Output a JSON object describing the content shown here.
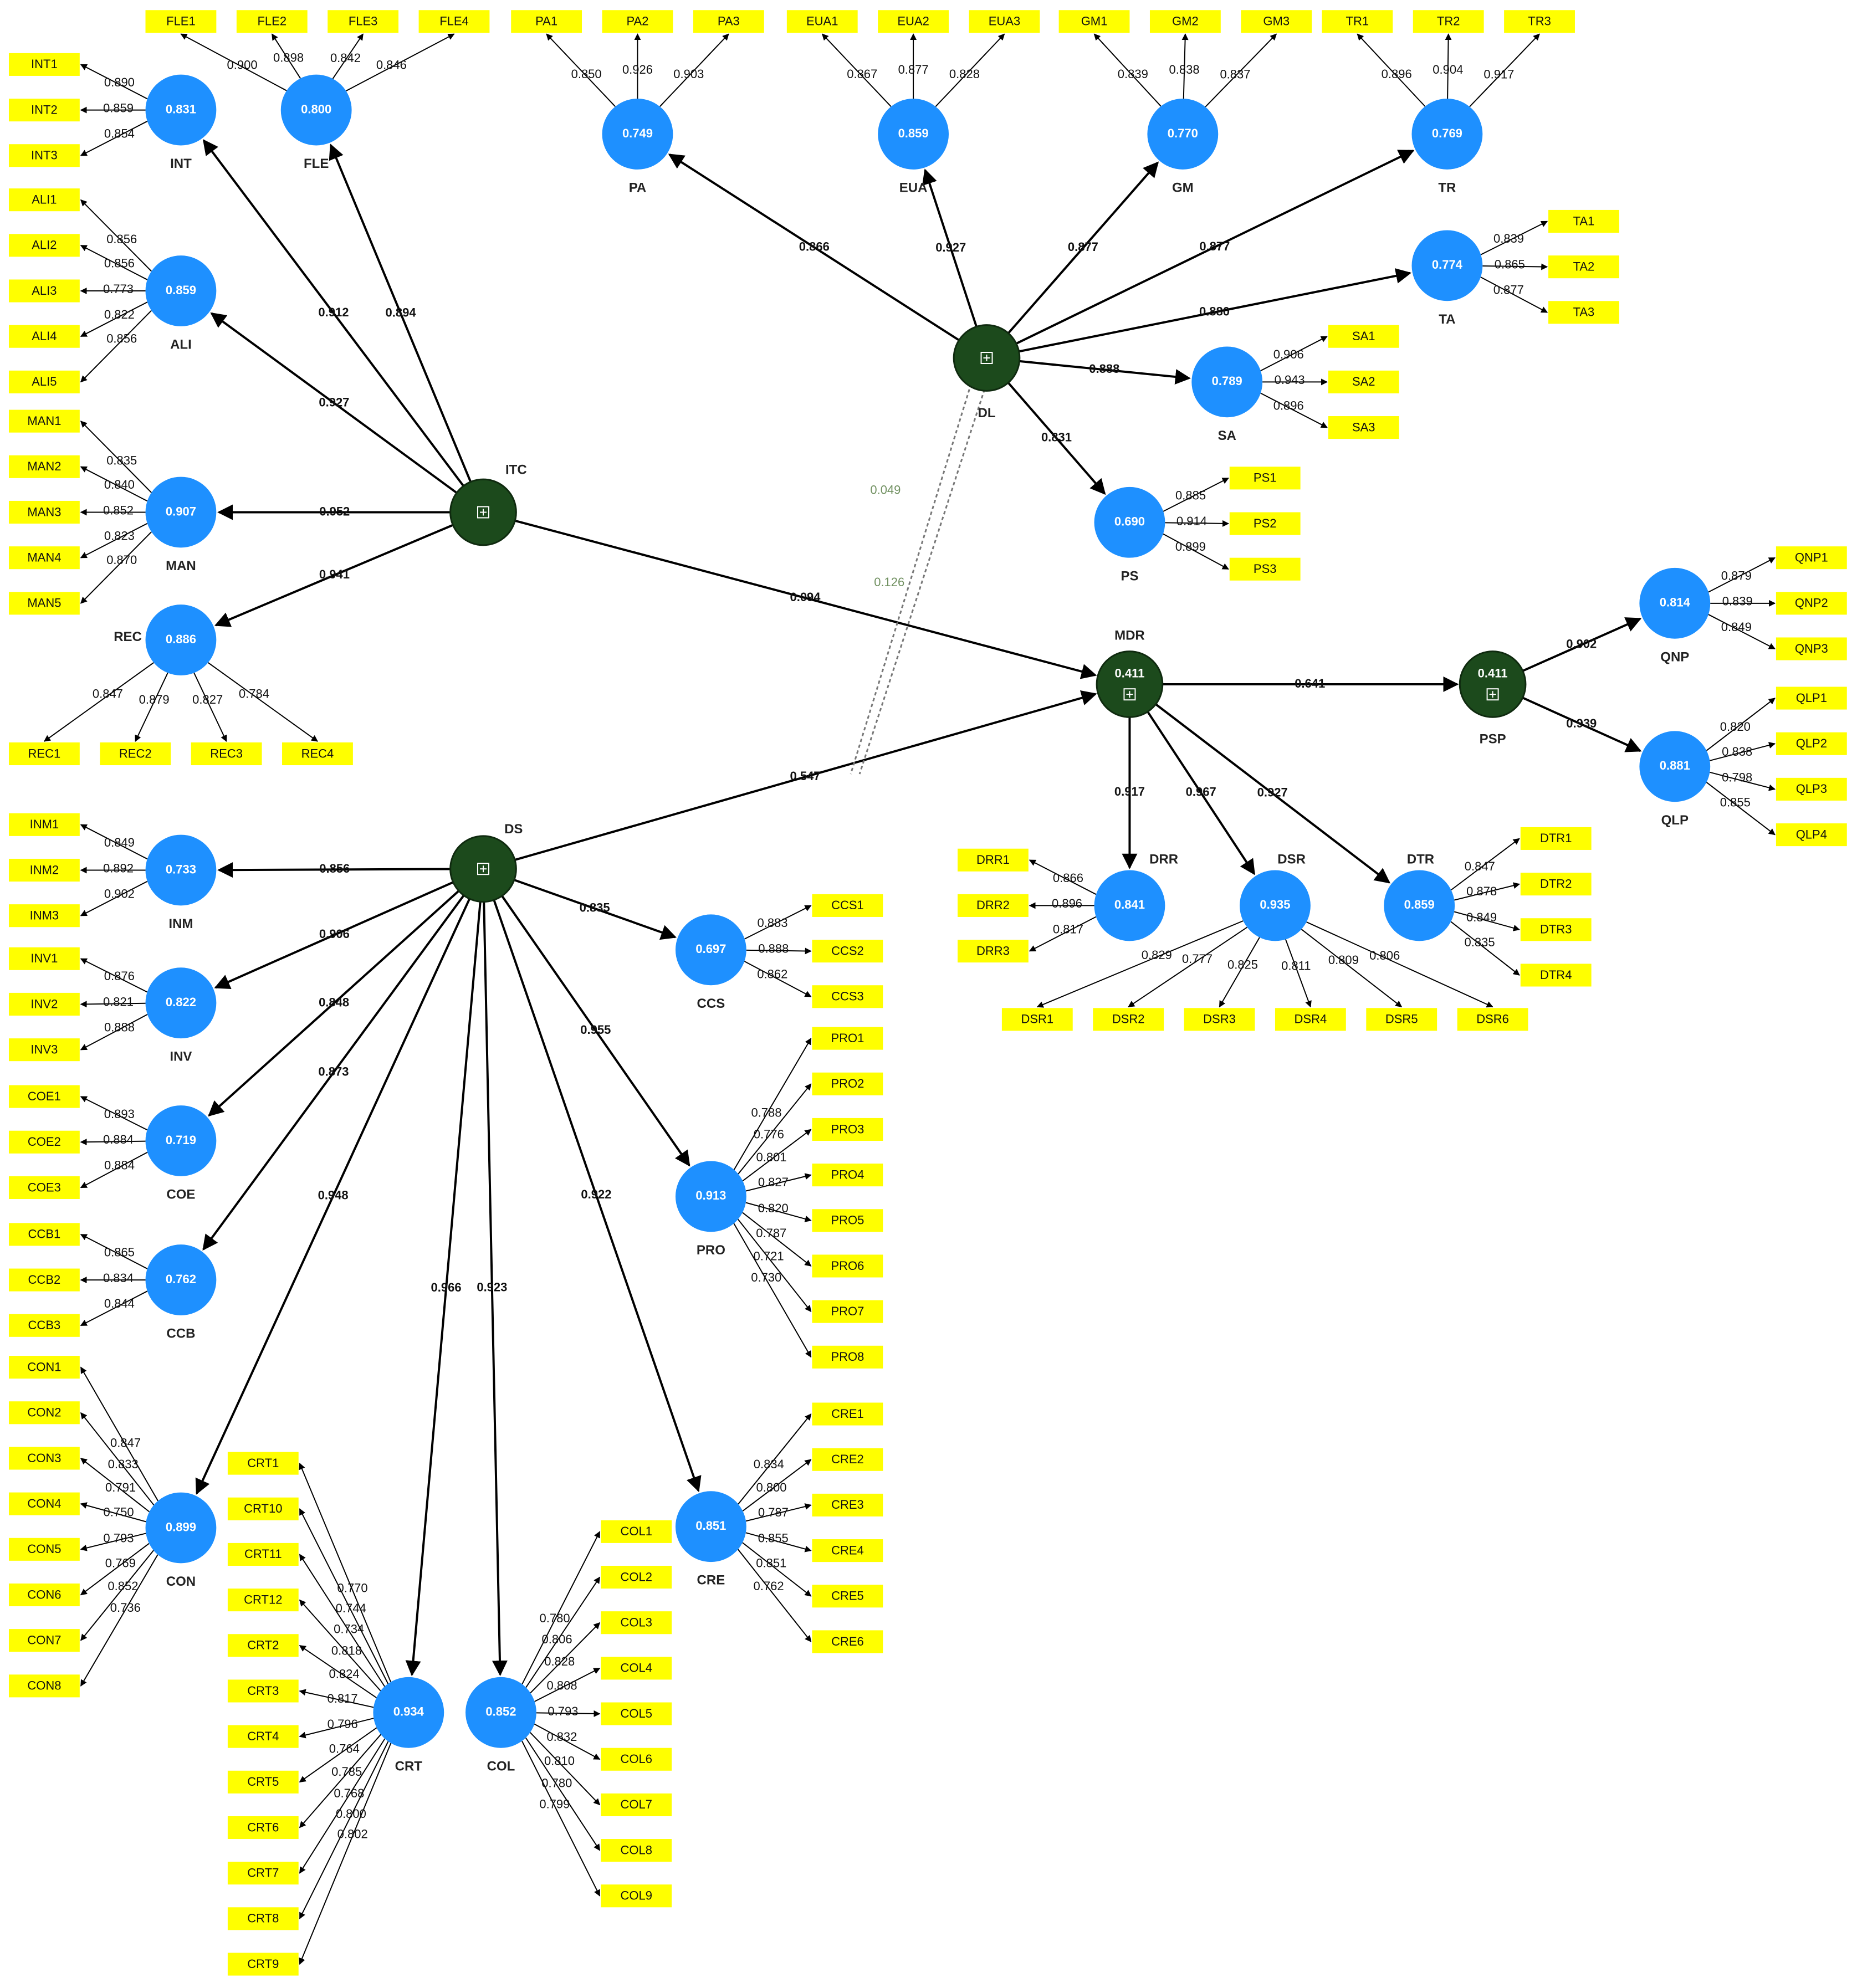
{
  "colors": {
    "indicator_fill": "#ffff00",
    "construct_fill": "#1e90ff",
    "higher_order_fill": "#1c4a1c",
    "line": "#000000",
    "dashed_line": "#777777"
  },
  "higher_order": [
    {
      "id": "ITC",
      "name": "ITC",
      "value": ""
    },
    {
      "id": "DL",
      "name": "DL",
      "value": ""
    },
    {
      "id": "DS",
      "name": "DS",
      "value": ""
    },
    {
      "id": "MDR",
      "name": "MDR",
      "value": "0.411"
    },
    {
      "id": "PSP",
      "name": "PSP",
      "value": "0.411"
    }
  ],
  "constructs": [
    {
      "id": "INT",
      "value": "0.831",
      "indicators": [
        {
          "label": "INT1",
          "loading": "0.890"
        },
        {
          "label": "INT2",
          "loading": "0.859"
        },
        {
          "label": "INT3",
          "loading": "0.854"
        }
      ]
    },
    {
      "id": "FLE",
      "value": "0.800",
      "indicators": [
        {
          "label": "FLE1",
          "loading": "0.900"
        },
        {
          "label": "FLE2",
          "loading": "0.898"
        },
        {
          "label": "FLE3",
          "loading": "0.842"
        },
        {
          "label": "FLE4",
          "loading": "0.846"
        }
      ]
    },
    {
      "id": "ALI",
      "value": "0.859",
      "indicators": [
        {
          "label": "ALI1",
          "loading": "0.856"
        },
        {
          "label": "ALI2",
          "loading": "0.856"
        },
        {
          "label": "ALI3",
          "loading": "0.773"
        },
        {
          "label": "ALI4",
          "loading": "0.822"
        },
        {
          "label": "ALI5",
          "loading": "0.856"
        }
      ]
    },
    {
      "id": "MAN",
      "value": "0.907",
      "indicators": [
        {
          "label": "MAN1",
          "loading": "0.835"
        },
        {
          "label": "MAN2",
          "loading": "0.840"
        },
        {
          "label": "MAN3",
          "loading": "0.852"
        },
        {
          "label": "MAN4",
          "loading": "0.823"
        },
        {
          "label": "MAN5",
          "loading": "0.870"
        }
      ]
    },
    {
      "id": "REC",
      "value": "0.886",
      "indicators": [
        {
          "label": "REC1",
          "loading": "0.847"
        },
        {
          "label": "REC2",
          "loading": "0.879"
        },
        {
          "label": "REC3",
          "loading": "0.827"
        },
        {
          "label": "REC4",
          "loading": "0.784"
        }
      ]
    },
    {
      "id": "PA",
      "value": "0.749",
      "indicators": [
        {
          "label": "PA1",
          "loading": "0.850"
        },
        {
          "label": "PA2",
          "loading": "0.926"
        },
        {
          "label": "PA3",
          "loading": "0.903"
        }
      ]
    },
    {
      "id": "EUA",
      "value": "0.859",
      "indicators": [
        {
          "label": "EUA1",
          "loading": "0.867"
        },
        {
          "label": "EUA2",
          "loading": "0.877"
        },
        {
          "label": "EUA3",
          "loading": "0.828"
        }
      ]
    },
    {
      "id": "GM",
      "value": "0.770",
      "indicators": [
        {
          "label": "GM1",
          "loading": "0.839"
        },
        {
          "label": "GM2",
          "loading": "0.838"
        },
        {
          "label": "GM3",
          "loading": "0.837"
        }
      ]
    },
    {
      "id": "TR",
      "value": "0.769",
      "indicators": [
        {
          "label": "TR1",
          "loading": "0.896"
        },
        {
          "label": "TR2",
          "loading": "0.904"
        },
        {
          "label": "TR3",
          "loading": "0.917"
        }
      ]
    },
    {
      "id": "TA",
      "value": "0.774",
      "indicators": [
        {
          "label": "TA1",
          "loading": "0.839"
        },
        {
          "label": "TA2",
          "loading": "0.865"
        },
        {
          "label": "TA3",
          "loading": "0.877"
        }
      ]
    },
    {
      "id": "SA",
      "value": "0.789",
      "indicators": [
        {
          "label": "SA1",
          "loading": "0.906"
        },
        {
          "label": "SA2",
          "loading": "0.943"
        },
        {
          "label": "SA3",
          "loading": "0.896"
        }
      ]
    },
    {
      "id": "PS",
      "value": "0.690",
      "indicators": [
        {
          "label": "PS1",
          "loading": "0.885"
        },
        {
          "label": "PS2",
          "loading": "0.914"
        },
        {
          "label": "PS3",
          "loading": "0.899"
        }
      ]
    },
    {
      "id": "QNP",
      "value": "0.814",
      "indicators": [
        {
          "label": "QNP1",
          "loading": "0.879"
        },
        {
          "label": "QNP2",
          "loading": "0.839"
        },
        {
          "label": "QNP3",
          "loading": "0.849"
        }
      ]
    },
    {
      "id": "QLP",
      "value": "0.881",
      "indicators": [
        {
          "label": "QLP1",
          "loading": "0.820"
        },
        {
          "label": "QLP2",
          "loading": "0.838"
        },
        {
          "label": "QLP3",
          "loading": "0.798"
        },
        {
          "label": "QLP4",
          "loading": "0.855"
        }
      ]
    },
    {
      "id": "DRR",
      "value": "0.841",
      "indicators": [
        {
          "label": "DRR1",
          "loading": "0.866"
        },
        {
          "label": "DRR2",
          "loading": "0.896"
        },
        {
          "label": "DRR3",
          "loading": "0.817"
        }
      ]
    },
    {
      "id": "DSR",
      "value": "0.935",
      "indicators": [
        {
          "label": "DSR1",
          "loading": "0.829"
        },
        {
          "label": "DSR2",
          "loading": "0.777"
        },
        {
          "label": "DSR3",
          "loading": "0.825"
        },
        {
          "label": "DSR4",
          "loading": "0.811"
        },
        {
          "label": "DSR5",
          "loading": "0.809"
        },
        {
          "label": "DSR6",
          "loading": "0.806"
        }
      ]
    },
    {
      "id": "DTR",
      "value": "0.859",
      "indicators": [
        {
          "label": "DTR1",
          "loading": "0.847"
        },
        {
          "label": "DTR2",
          "loading": "0.878"
        },
        {
          "label": "DTR3",
          "loading": "0.849"
        },
        {
          "label": "DTR4",
          "loading": "0.835"
        }
      ]
    },
    {
      "id": "INM",
      "value": "0.733",
      "indicators": [
        {
          "label": "INM1",
          "loading": "0.849"
        },
        {
          "label": "INM2",
          "loading": "0.892"
        },
        {
          "label": "INM3",
          "loading": "0.902"
        }
      ]
    },
    {
      "id": "INV",
      "value": "0.822",
      "indicators": [
        {
          "label": "INV1",
          "loading": "0.876"
        },
        {
          "label": "INV2",
          "loading": "0.821"
        },
        {
          "label": "INV3",
          "loading": "0.888"
        }
      ]
    },
    {
      "id": "COE",
      "value": "0.719",
      "indicators": [
        {
          "label": "COE1",
          "loading": "0.893"
        },
        {
          "label": "COE2",
          "loading": "0.884"
        },
        {
          "label": "COE3",
          "loading": "0.884"
        }
      ]
    },
    {
      "id": "CCB",
      "value": "0.762",
      "indicators": [
        {
          "label": "CCB1",
          "loading": "0.865"
        },
        {
          "label": "CCB2",
          "loading": "0.834"
        },
        {
          "label": "CCB3",
          "loading": "0.844"
        }
      ]
    },
    {
      "id": "CCS",
      "value": "0.697",
      "indicators": [
        {
          "label": "CCS1",
          "loading": "0.883"
        },
        {
          "label": "CCS2",
          "loading": "0.888"
        },
        {
          "label": "CCS3",
          "loading": "0.862"
        }
      ]
    },
    {
      "id": "PRO",
      "value": "0.913",
      "indicators": [
        {
          "label": "PRO1",
          "loading": "0.788"
        },
        {
          "label": "PRO2",
          "loading": "0.776"
        },
        {
          "label": "PRO3",
          "loading": "0.801"
        },
        {
          "label": "PRO4",
          "loading": "0.827"
        },
        {
          "label": "PRO5",
          "loading": "0.820"
        },
        {
          "label": "PRO6",
          "loading": "0.787"
        },
        {
          "label": "PRO7",
          "loading": "0.721"
        },
        {
          "label": "PRO8",
          "loading": "0.730"
        }
      ]
    },
    {
      "id": "CON",
      "value": "0.899",
      "indicators": [
        {
          "label": "CON1",
          "loading": "0.847"
        },
        {
          "label": "CON2",
          "loading": "0.833"
        },
        {
          "label": "CON3",
          "loading": "0.791"
        },
        {
          "label": "CON4",
          "loading": "0.750"
        },
        {
          "label": "CON5",
          "loading": "0.793"
        },
        {
          "label": "CON6",
          "loading": "0.769"
        },
        {
          "label": "CON7",
          "loading": "0.852"
        },
        {
          "label": "CON8",
          "loading": "0.736"
        }
      ]
    },
    {
      "id": "CRT",
      "value": "0.934",
      "indicators": [
        {
          "label": "CRT1",
          "loading": "0.770"
        },
        {
          "label": "CRT10",
          "loading": "0.744"
        },
        {
          "label": "CRT11",
          "loading": "0.734"
        },
        {
          "label": "CRT12",
          "loading": "0.818"
        },
        {
          "label": "CRT2",
          "loading": "0.824"
        },
        {
          "label": "CRT3",
          "loading": "0.817"
        },
        {
          "label": "CRT4",
          "loading": "0.796"
        },
        {
          "label": "CRT5",
          "loading": "0.764"
        },
        {
          "label": "CRT6",
          "loading": "0.785"
        },
        {
          "label": "CRT7",
          "loading": "0.768"
        },
        {
          "label": "CRT8",
          "loading": "0.800"
        },
        {
          "label": "CRT9",
          "loading": "0.802"
        }
      ]
    },
    {
      "id": "COL",
      "value": "0.852",
      "indicators": [
        {
          "label": "COL1",
          "loading": "0.780"
        },
        {
          "label": "COL2",
          "loading": "0.806"
        },
        {
          "label": "COL3",
          "loading": "0.828"
        },
        {
          "label": "COL4",
          "loading": "0.808"
        },
        {
          "label": "COL5",
          "loading": "0.793"
        },
        {
          "label": "COL6",
          "loading": "0.832"
        },
        {
          "label": "COL7",
          "loading": "0.810"
        },
        {
          "label": "COL8",
          "loading": "0.780"
        },
        {
          "label": "COL9",
          "loading": "0.799"
        }
      ]
    },
    {
      "id": "CRE",
      "value": "0.851",
      "indicators": [
        {
          "label": "CRE1",
          "loading": "0.834"
        },
        {
          "label": "CRE2",
          "loading": "0.800"
        },
        {
          "label": "CRE3",
          "loading": "0.787"
        },
        {
          "label": "CRE4",
          "loading": "0.855"
        },
        {
          "label": "CRE5",
          "loading": "0.851"
        },
        {
          "label": "CRE6",
          "loading": "0.762"
        }
      ]
    }
  ],
  "paths": [
    {
      "from": "ITC",
      "to": "INT",
      "label": "0.912"
    },
    {
      "from": "ITC",
      "to": "FLE",
      "label": "0.894"
    },
    {
      "from": "ITC",
      "to": "ALI",
      "label": "0.927"
    },
    {
      "from": "ITC",
      "to": "MAN",
      "label": "0.952"
    },
    {
      "from": "ITC",
      "to": "REC",
      "label": "0.941"
    },
    {
      "from": "ITC",
      "to": "MDR",
      "label": "0.094"
    },
    {
      "from": "DL",
      "to": "PA",
      "label": "0.866"
    },
    {
      "from": "DL",
      "to": "EUA",
      "label": "0.927"
    },
    {
      "from": "DL",
      "to": "GM",
      "label": "0.877"
    },
    {
      "from": "DL",
      "to": "TR",
      "label": "0.877"
    },
    {
      "from": "DL",
      "to": "TA",
      "label": "0.880"
    },
    {
      "from": "DL",
      "to": "SA",
      "label": "0.888"
    },
    {
      "from": "DL",
      "to": "PS",
      "label": "0.831"
    },
    {
      "from": "DS",
      "to": "MDR",
      "label": "0.547"
    },
    {
      "from": "DS",
      "to": "INM",
      "label": "0.856"
    },
    {
      "from": "DS",
      "to": "INV",
      "label": "0.906"
    },
    {
      "from": "DS",
      "to": "COE",
      "label": "0.848"
    },
    {
      "from": "DS",
      "to": "CCB",
      "label": "0.873"
    },
    {
      "from": "DS",
      "to": "CON",
      "label": "0.948"
    },
    {
      "from": "DS",
      "to": "CRT",
      "label": "0.966"
    },
    {
      "from": "DS",
      "to": "COL",
      "label": "0.923"
    },
    {
      "from": "DS",
      "to": "CRE",
      "label": "0.922"
    },
    {
      "from": "DS",
      "to": "PRO",
      "label": "0.955"
    },
    {
      "from": "DS",
      "to": "CCS",
      "label": "0.835"
    },
    {
      "from": "MDR",
      "to": "PSP",
      "label": "0.641"
    },
    {
      "from": "MDR",
      "to": "DRR",
      "label": "0.917"
    },
    {
      "from": "MDR",
      "to": "DSR",
      "label": "0.967"
    },
    {
      "from": "MDR",
      "to": "DTR",
      "label": "0.927"
    },
    {
      "from": "PSP",
      "to": "QNP",
      "label": "0.902"
    },
    {
      "from": "PSP",
      "to": "QLP",
      "label": "0.939"
    }
  ],
  "moderating": [
    {
      "label": "0.049"
    },
    {
      "label": "0.126"
    }
  ]
}
